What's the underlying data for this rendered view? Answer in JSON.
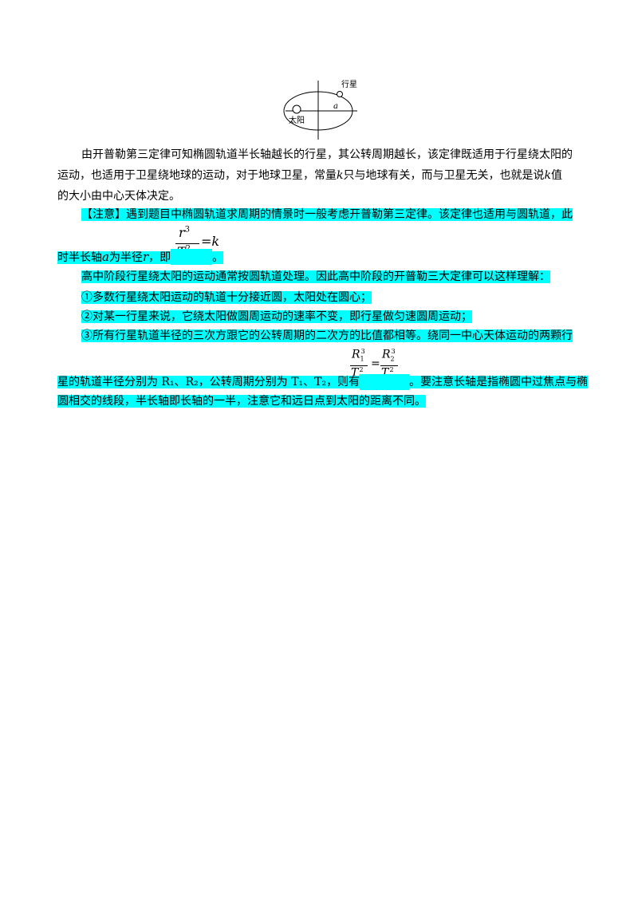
{
  "figure": {
    "label_planet": "行星",
    "label_a": "a",
    "label_sun": "太阳"
  },
  "para1": {
    "line1": "由开普勒第三定律可知椭圆轨道半长轴越长的行星，其公转周期越长，该定律既适用于行星绕太阳的",
    "line2a": "运动，也适用于卫星绕地球的运动，对于地球卫星，常量",
    "line2k": "k",
    "line2b": "只与地球有关，而与卫星无关，也就是说",
    "line2k2": "k",
    "line2c": "值",
    "line3": "的大小由中心天体决定。"
  },
  "note": {
    "line1": "【注意】遇到题目中椭圆轨道求周期的情景时一般考虑开普勒第三定律。该定律也适用与圆轨道，此",
    "line2a": "时半长轴",
    "line2a_var": "a",
    "line2b": "为半径",
    "line2r_var": "r",
    "line2c": "，即",
    "line2end": "。",
    "formula_num": "r",
    "formula_num_exp": "3",
    "formula_den": "T",
    "formula_den_exp": "2",
    "formula_rhs": "=k"
  },
  "highschool": {
    "intro": "高中阶段行星绕太阳的运动通常按圆轨道处理。因此高中阶段的开普勒三大定律可以这样理解：",
    "item1": "①多数行星绕太阳运动的轨道十分接近圆，太阳处在圆心；",
    "item2": "②对某一行星来说，它绕太阳做圆周运动的速率不变，即行星做匀速圆周运动；",
    "item3": "③所有行星轨道半径的三次方跟它的公转周期的二次方的比值都相等。绕同一中心天体运动的两颗行",
    "line4a": "星的轨道半径分别为 R₁、R₂，公转周期分别为 T₁、T₂，则有",
    "line4b": "。要注意长轴是指椭圆中过焦点与椭",
    "line5": "圆相交的线段，半长轴即长轴的一半，注意它和远日点到太阳的距离不同。",
    "f_R1": "R",
    "f_R1_sub": "1",
    "f_R1_exp": "3",
    "f_T1": "T",
    "f_T1_sub": "1",
    "f_T1_exp": "2",
    "f_eq": "=",
    "f_R2": "R",
    "f_R2_sub": "2",
    "f_R2_exp": "3",
    "f_T2": "T",
    "f_T2_sub": "2",
    "f_T2_exp": "2"
  }
}
